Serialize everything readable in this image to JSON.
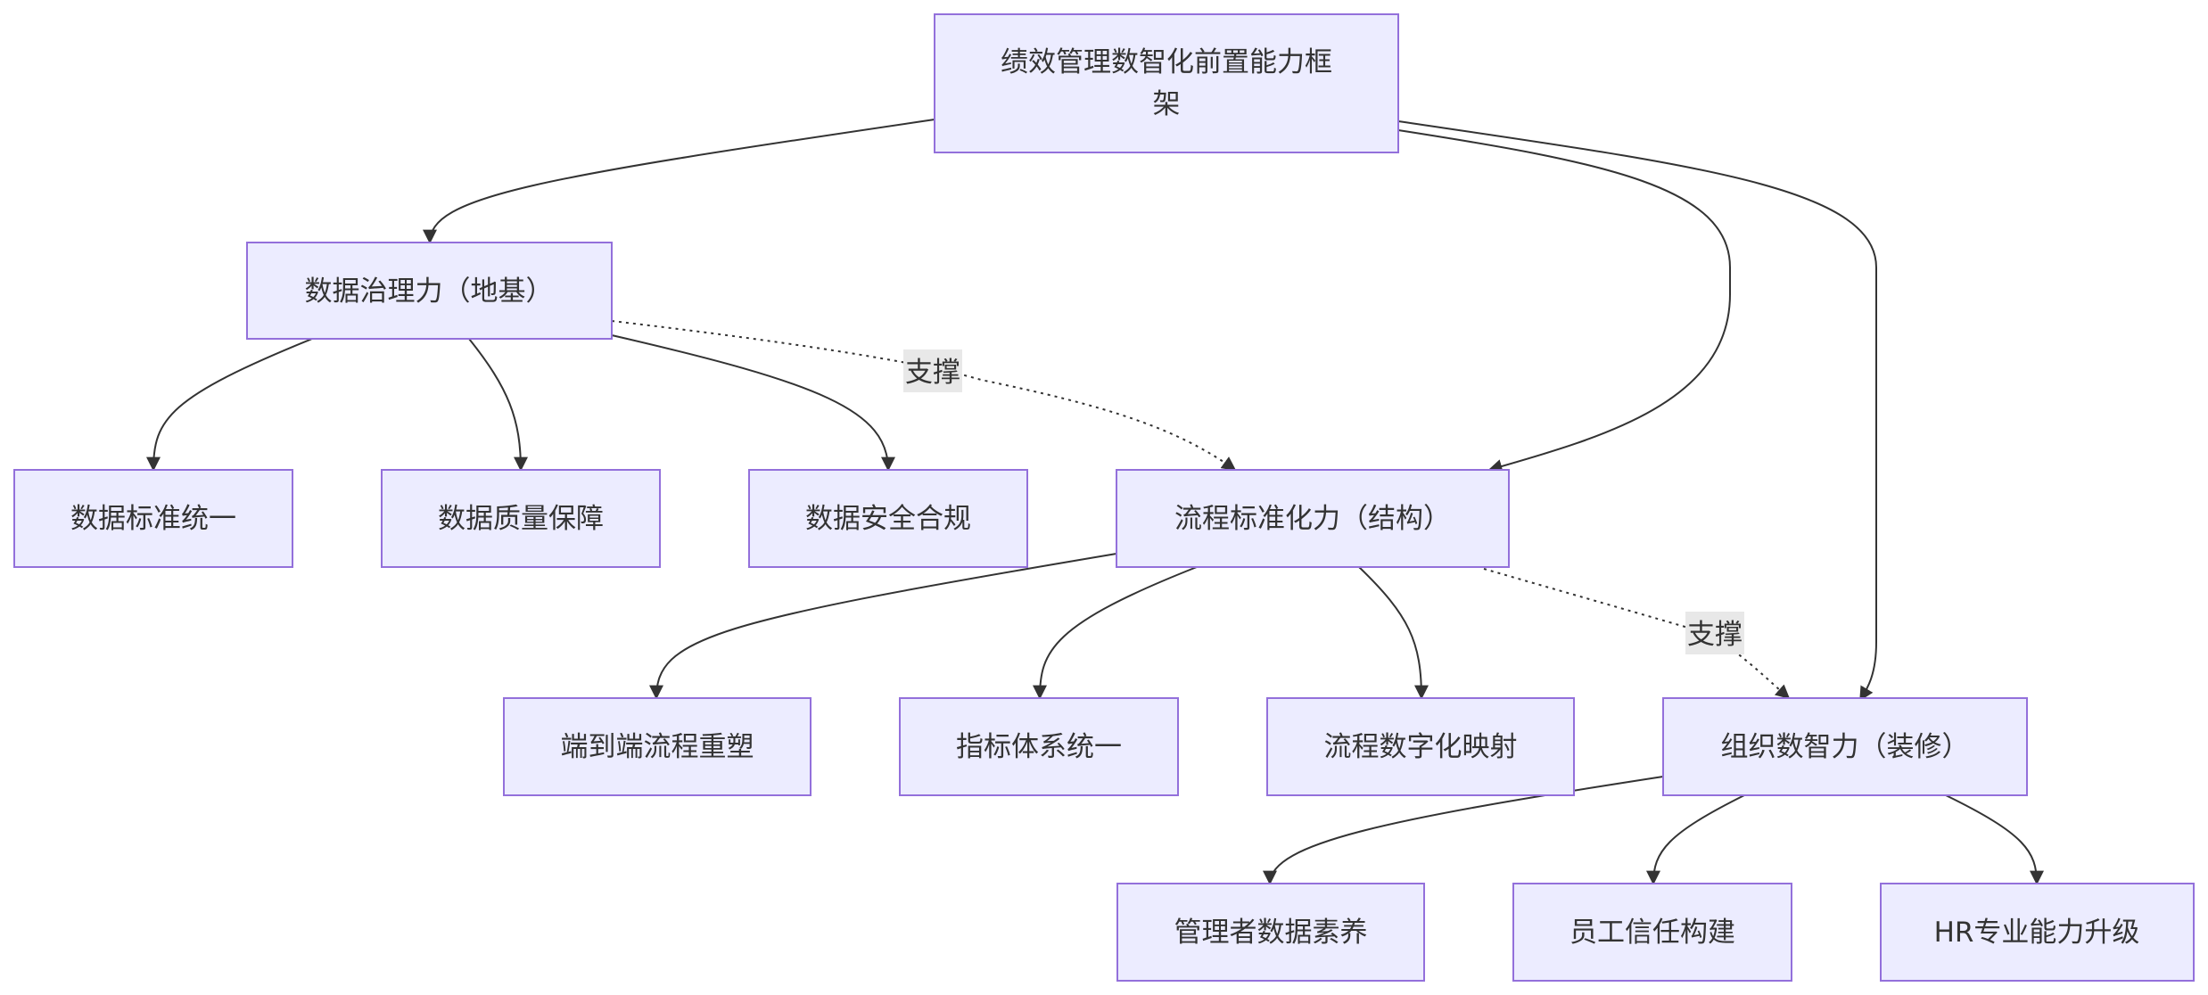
{
  "nodes": {
    "root": {
      "lines": [
        "绩效管理数智化前置能力框",
        "架"
      ]
    },
    "data_gov": {
      "lines": [
        "数据治理力（地基）"
      ]
    },
    "data_std": {
      "lines": [
        "数据标准统一"
      ]
    },
    "data_quality": {
      "lines": [
        "数据质量保障"
      ]
    },
    "data_security": {
      "lines": [
        "数据安全合规"
      ]
    },
    "process_std": {
      "lines": [
        "流程标准化力（结构）"
      ]
    },
    "e2e_process": {
      "lines": [
        "端到端流程重塑"
      ]
    },
    "metric_unify": {
      "lines": [
        "指标体系统一"
      ]
    },
    "process_digital": {
      "lines": [
        "流程数字化映射"
      ]
    },
    "org_intel": {
      "lines": [
        "组织数智力（装修）"
      ]
    },
    "mgr_literacy": {
      "lines": [
        "管理者数据素养"
      ]
    },
    "emp_trust": {
      "lines": [
        "员工信任构建"
      ]
    },
    "hr_upgrade": {
      "lines": [
        "HR专业能力升级"
      ]
    }
  },
  "edge_labels": {
    "support_1": "支撑",
    "support_2": "支撑"
  }
}
